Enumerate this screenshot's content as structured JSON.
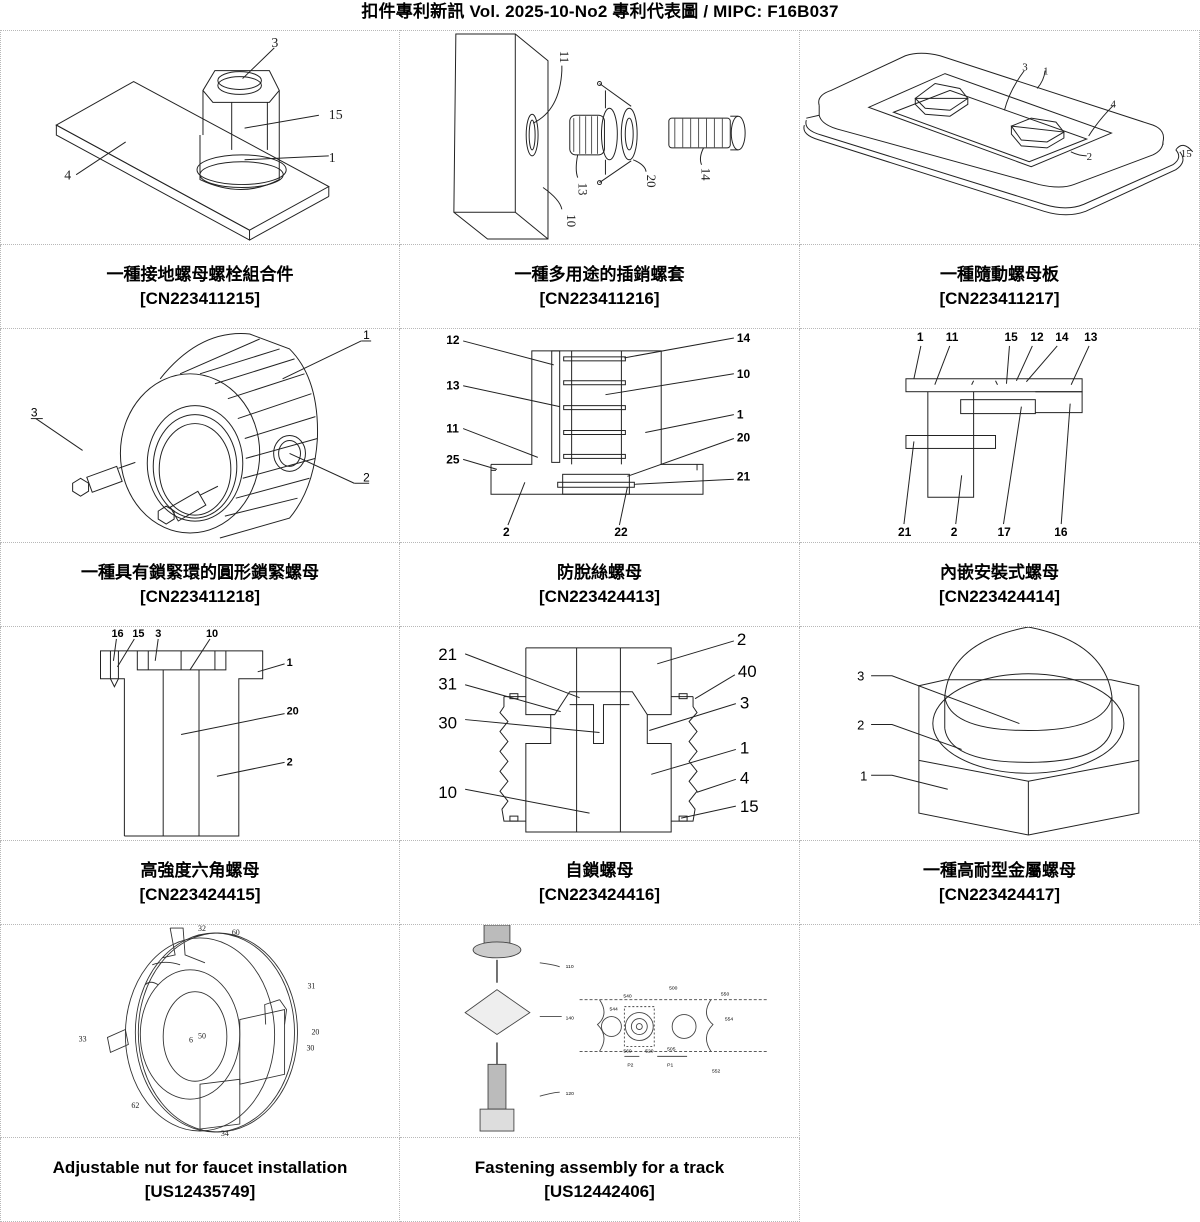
{
  "header": {
    "title": "扣件專利新訊  Vol. 2025-10-No2  專利代表圖  /  MIPC:  F16B037"
  },
  "patents": [
    {
      "title": "一種接地螺母螺栓組合件",
      "number": "[CN223411215]",
      "figure_labels": [
        "3",
        "15",
        "1",
        "4"
      ]
    },
    {
      "title": "一種多用途的插銷螺套",
      "number": "[CN223411216]",
      "figure_labels": [
        "11",
        "13",
        "20",
        "14",
        "10"
      ]
    },
    {
      "title": "一種隨動螺母板",
      "number": "[CN223411217]",
      "figure_labels": [
        "3",
        "1",
        "4",
        "2",
        "15"
      ]
    },
    {
      "title": "一種具有鎖緊環的圓形鎖緊螺母",
      "number": "[CN223411218]",
      "figure_labels": [
        "1",
        "3",
        "2"
      ]
    },
    {
      "title": "防脫絲螺母",
      "number": "[CN223424413]",
      "figure_labels": [
        "12",
        "14",
        "13",
        "10",
        "1",
        "11",
        "20",
        "25",
        "21",
        "2",
        "22"
      ]
    },
    {
      "title": "內嵌安裝式螺母",
      "number": "[CN223424414]",
      "figure_labels": [
        "1",
        "11",
        "15",
        "12",
        "14",
        "13",
        "21",
        "2",
        "17",
        "16"
      ]
    },
    {
      "title": "高強度六角螺母",
      "number": "[CN223424415]",
      "figure_labels": [
        "16",
        "15",
        "3",
        "10",
        "1",
        "20",
        "2"
      ]
    },
    {
      "title": "自鎖螺母",
      "number": "[CN223424416]",
      "figure_labels": [
        "2",
        "21",
        "40",
        "31",
        "3",
        "30",
        "1",
        "4",
        "10",
        "15"
      ]
    },
    {
      "title": "一種高耐型金屬螺母",
      "number": "[CN223424417]",
      "figure_labels": [
        "3",
        "2",
        "1"
      ]
    },
    {
      "title": "Adjustable nut for faucet installation",
      "number": "[US12435749]",
      "figure_labels": [
        "32",
        "60",
        "31",
        "33",
        "20",
        "30",
        "34",
        "62",
        "6",
        "50"
      ]
    },
    {
      "title": "Fastening assembly for a track",
      "number": "[US12442406]",
      "figure_labels": [
        "110",
        "140",
        "120",
        "500",
        "540",
        "550",
        "544",
        "554",
        "505",
        "560",
        "520",
        "552",
        "P2",
        "P1"
      ]
    }
  ]
}
